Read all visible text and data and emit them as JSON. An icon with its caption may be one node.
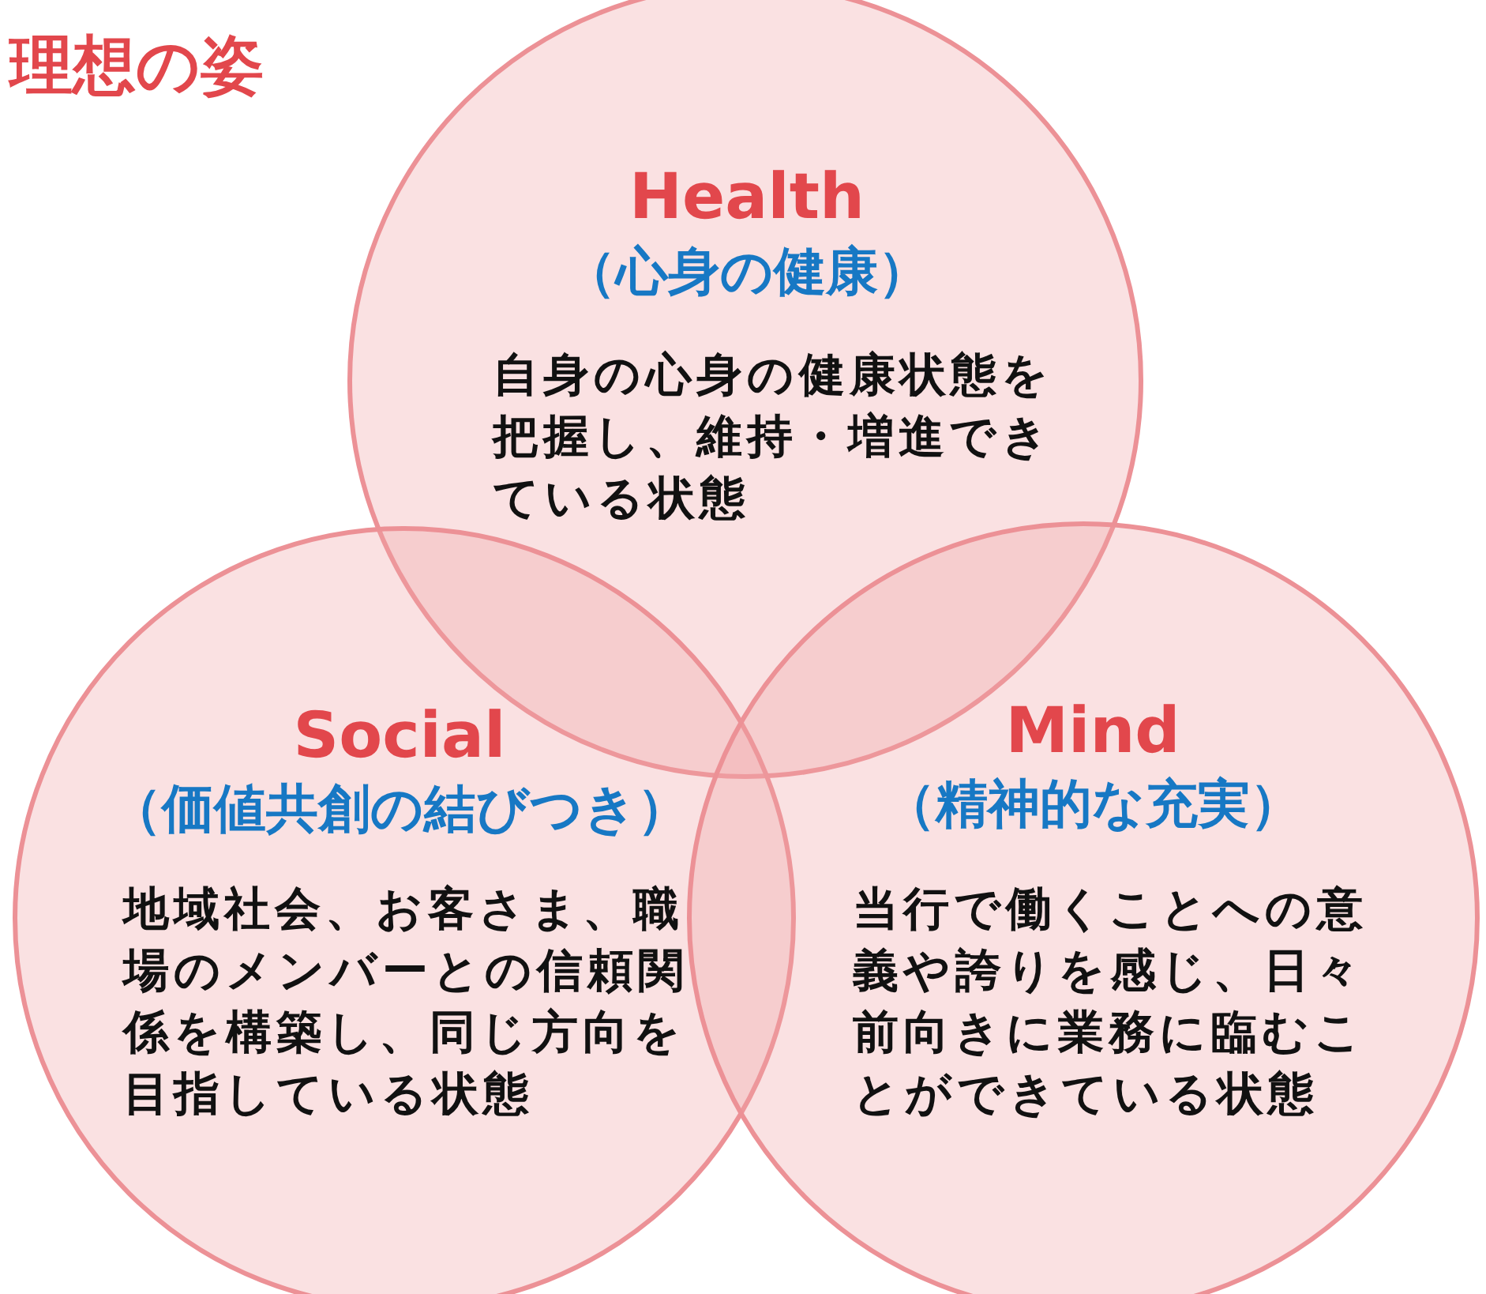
{
  "diagram": {
    "title": "理想の姿",
    "nodes": [
      {
        "text": [
          "Health",
          "（心身の健康）",
          "自身の心身の健康状態を把握し、維持・増進できている状態"
        ]
      },
      {
        "text": [
          "Social",
          "（価値共創の結びつき）",
          "地域社会、お客さま、職場のメンバーとの信頼関係を構築し、同じ方向を目指している状態"
        ]
      },
      {
        "text": [
          "Mind",
          "（精神的な充実）",
          "当行で働くことへの意義や誇りを感じ、日々前向きに業務に臨むことができている状態"
        ]
      }
    ]
  }
}
